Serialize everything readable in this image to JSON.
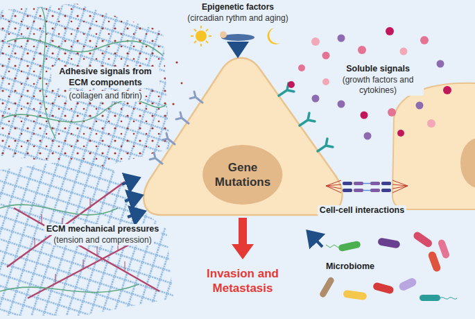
{
  "diagram": {
    "nodes": [
      {
        "text": [
          "Gene Mutations"
        ]
      }
    ],
    "labels": [
      "Epigenetic factors",
      "(circadian rythm and aging)",
      "Adhesive signals from ECM components",
      "(collagen and fibrin)",
      "Soluble signals",
      "(growth factors and cytokines)",
      "ECM mechanical pressures",
      "(tension and compression)",
      "Cell-cell interactions",
      "Invasion and Metastasis",
      "Microbiome"
    ]
  }
}
